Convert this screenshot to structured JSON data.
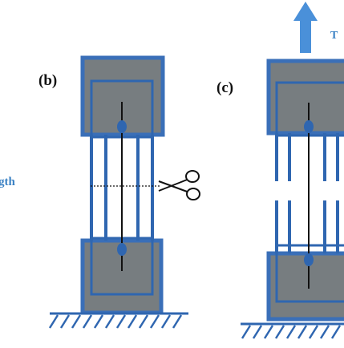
{
  "panels": {
    "b": {
      "label": "(b)"
    },
    "c": {
      "label": "(c)"
    }
  },
  "left_partial_label": "gth",
  "top_right_partial_label": "T",
  "icons": [
    "scissors-icon",
    "force-arrow-icon",
    "ground-hatch-icon"
  ],
  "colors": {
    "block_fill": "#777d80",
    "block_stroke": "#3a6fb8",
    "fiber": "#2f66b0",
    "label_blue": "#3b82c4",
    "arrow_blue": "#4a90d9",
    "text_dark": "#111111"
  }
}
